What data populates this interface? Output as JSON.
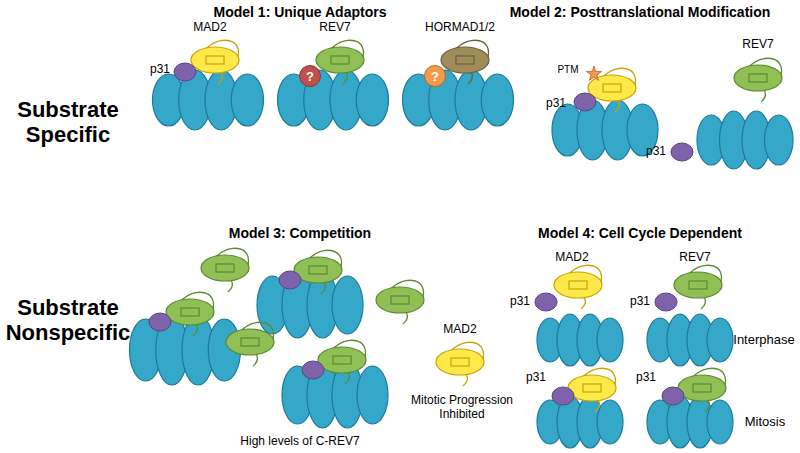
{
  "diagram": {
    "nodes": [
      {
        "text": [
          "?"
        ]
      },
      {
        "text": [
          "?"
        ]
      }
    ],
    "labels": [
      "Substrate Specific",
      "Model 1: Unique Adaptors",
      "Model 2: Posttranslational Modification",
      "MAD2",
      "REV7",
      "HORMAD1/2",
      "p31",
      "PTM",
      "p31",
      "REV7",
      "p31",
      "Substrate Nonspecific",
      "Model 3: Competition",
      "Model 4: Cell Cycle Dependent",
      "MAD2",
      "Mitotic Progression Inhibited",
      "High levels of C-REV7",
      "MAD2",
      "p31",
      "REV7",
      "p31",
      "Interphase",
      "p31",
      "p31",
      "Mitosis"
    ]
  }
}
